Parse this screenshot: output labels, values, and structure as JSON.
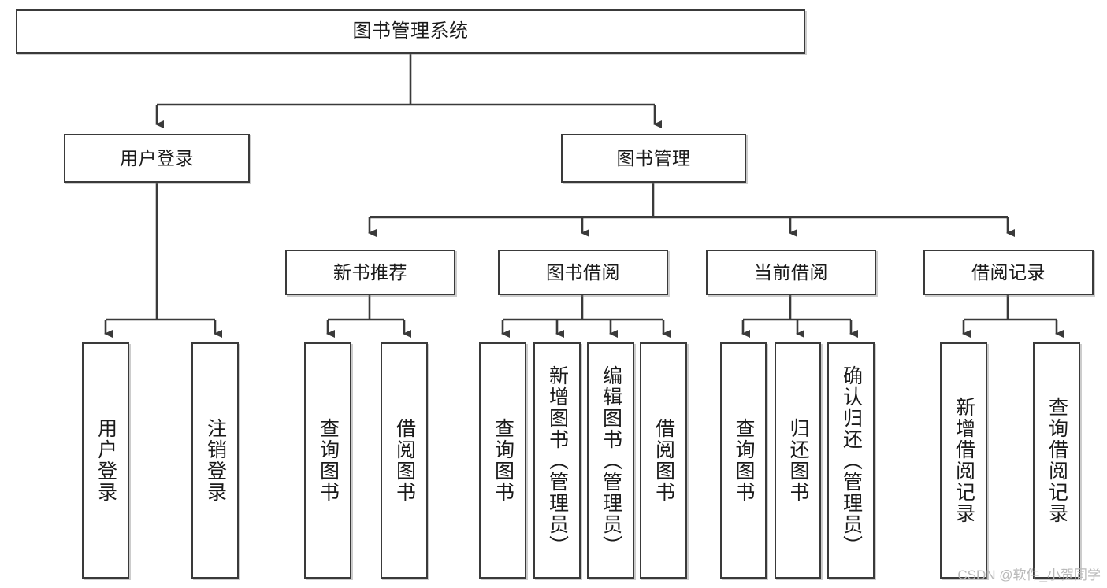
{
  "diagram": {
    "title": "图书管理系统",
    "type": "tree-hierarchy",
    "root": {
      "label": "图书管理系统"
    },
    "level2": [
      {
        "label": "用户登录"
      },
      {
        "label": "图书管理"
      }
    ],
    "level3": [
      {
        "label": "新书推荐"
      },
      {
        "label": "图书借阅"
      },
      {
        "label": "当前借阅"
      },
      {
        "label": "借阅记录"
      }
    ],
    "leaves": {
      "user_login": [
        {
          "label": "用户登录"
        },
        {
          "label": "注销登录"
        }
      ],
      "new_book_recommend": [
        {
          "label": "查询图书"
        },
        {
          "label": "借阅图书"
        }
      ],
      "book_borrow": [
        {
          "label": "查询图书"
        },
        {
          "label": "新增图书（管理员）"
        },
        {
          "label": "编辑图书（管理员）"
        },
        {
          "label": "借阅图书"
        }
      ],
      "current_borrow": [
        {
          "label": "查询图书"
        },
        {
          "label": "归还图书"
        },
        {
          "label": "确认归还（管理员）"
        }
      ],
      "borrow_record": [
        {
          "label": "新增借阅记录"
        },
        {
          "label": "查询借阅记录"
        }
      ]
    }
  },
  "watermark": {
    "text": "CSDN @软件_小贺同学"
  },
  "colors": {
    "box_border": "#3a3a3a",
    "box_fill": "#ffffff",
    "text": "#1b1b1b",
    "connector": "#3a3a3a",
    "watermark": "#b9b9b9"
  }
}
